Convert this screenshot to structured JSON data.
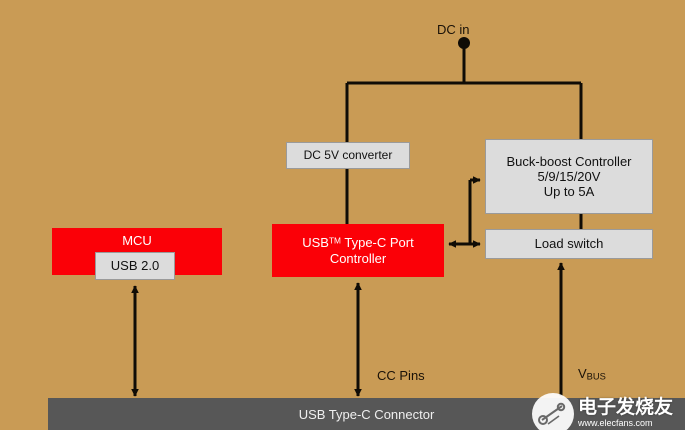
{
  "diagram": {
    "background_color": "#c99b55",
    "line_color": "#100c06",
    "red_color": "#fb0007",
    "gray_box_color": "#dcdcdc",
    "connector_bar_color": "#575757"
  },
  "labels": {
    "dc_in": "DC in",
    "cc_pins": "CC Pins",
    "vbus_main": "V",
    "vbus_sub": "BUS"
  },
  "nodes": {
    "mcu": {
      "title": "MCU"
    },
    "usb20": {
      "title": "USB 2.0"
    },
    "dc5v": {
      "title": "DC 5V converter"
    },
    "usbc_port": {
      "line1_pre": "USB",
      "line1_tm": "TM",
      "line1_post": " Type-C Port",
      "line2": "Controller"
    },
    "buck_boost": {
      "line1": "Buck-boost Controller",
      "line2": "5/9/15/20V",
      "line3": "Up to 5A"
    },
    "load_switch": {
      "title": "Load switch"
    },
    "connector": {
      "title": "USB Type-C Connector"
    }
  },
  "watermark": {
    "cn_text": "电子发烧友",
    "url_text": "www.elecfans.com"
  }
}
